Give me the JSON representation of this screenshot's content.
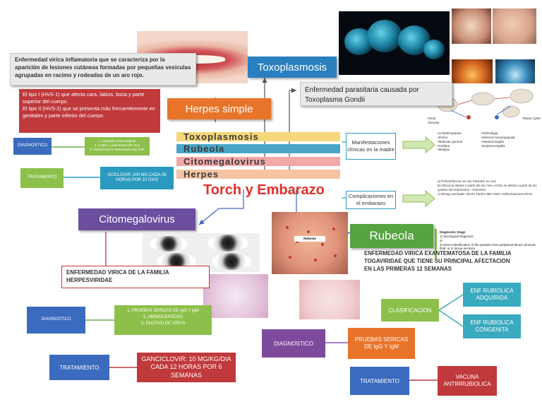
{
  "title": "Torch y Embarazo",
  "torch_items": [
    "Toxoplasmosis",
    "Rubeola",
    "Citomegalovirus",
    "Herpes"
  ],
  "herpes": {
    "heading": "Herpes simple",
    "definition": "Enfermedad virica inflamatoria que se caracteriza por la aparición de lesiones cutáneas formadas por pequeñas vesículas agrupadas en racimo y rodeadas de un aro rojo.",
    "types": "El tipo I (HVS-1) que afecta cara, labios, boca y parte superior del cuerpo.\nEl tipo II (HVS-2) que se presenta más frecuentemente en genitales y parte inferior del cuerpo.",
    "diagnostico_label": "DIAGNOSTICO",
    "diagnostico_items": [
      "1. Citología cervicovaginal",
      "2. Cultivo y aislamiento del virus",
      "3. Determinación anticuerpos anti VHS"
    ],
    "tratamiento_label": "TRATAMIENTO",
    "tratamiento_text": "ACICLOVIR: 200 MG CADA 08 HORAS POR 10 DIAS"
  },
  "toxoplasmosis": {
    "heading": "Toxoplasmosis",
    "definition": "Enfermedad parasitaria causada por Toxoplasma Gondii",
    "manifestaciones_label": "Manifestaciones clínicas en la madre",
    "manifestaciones_col1": [
      "•Linfadenopatías",
      "•Fiebre",
      "•Malestar general",
      "•Cefalea",
      "•Malgias"
    ],
    "manifestaciones_col2": [
      "•Odinofagia",
      "•Eritema maculopapular",
      "•Hepatomegalia",
      "•Esplenomegalia"
    ],
    "complicaciones_label": "Complicaciones en el embarazo",
    "complicaciones_items": [
      "a)   Primoinfeccion en 1er trimestre es rara",
      "b)   Infeccion latente A partir del 4to mes, el feto se afecta a partir de los quistes del endometrio / miometrio",
      "c)   Riesgo perinatal: Aborto Tardío-obito fetal, malformaciones RCIU"
    ],
    "diagnostic_stage_title": "Diagnostic Stage",
    "diagnostic_stage_lines": [
      "1) Serological diagnosis",
      "or",
      "2) Direct identification of the parasite from peripheral blood, amniotic fluid, or in tissue sections"
    ],
    "cycle_labels": [
      "Fecal Oocysts",
      "Tissue Cysts"
    ]
  },
  "citomegalovirus": {
    "heading": "Citomegalovirus",
    "definition": "ENFERMEDAD VIRICA DE LA FAMILIA HERPESVIRIDAE",
    "diagnostico_label": "DIAGNOSTICO",
    "diagnostico_items": [
      "1. PRUEBAS SERICAS DE IgG Y IgM",
      "2. AMNIOCENTESIS",
      "3. CULTIVO DE VIRUS"
    ],
    "tratamiento_label": "TRATAMIENTO",
    "tratamiento_text": "GANCICLOVIR: 10 MG/KG/DIA CADA 12 HORAS POR 6 SEMANAS"
  },
  "rubeola": {
    "heading": "Rubeola",
    "photo_caption": "Rubeola",
    "definition": "ENFERMEDAD VIRICA EXANTEMATOSA DE LA FAMILIA TOGAVIRIDAE QUE TIENE SU PRINCIPAL AFECTACION EN LAS PRIMERAS 12 SEMANAS",
    "clasificacion_label": "CLASIFICACION",
    "clasificacion_items": [
      "ENF RUBIOLICA ADQUIRIDA",
      "ENF RUBIOLICA CONGENITA"
    ],
    "diagnostico_label": "DIAGNOSTICO",
    "diagnostico_text": "PRUEBAS SERICAS DE IgG Y IgM",
    "tratamiento_label": "TRATAMIENTO",
    "tratamiento_text": "VACUNA ANTIRRUBIOLICA"
  },
  "colors": {
    "title_red": "#e0302a",
    "herpes_orange": "#e8742a",
    "cmv_purple": "#6b4f9e",
    "toxo_blue": "#2a7fbf",
    "rubeola_green": "#56a342",
    "dx_blue": "#3a6bbf",
    "lime_box": "#8cc04a",
    "red_box": "#c0393b",
    "teal_box": "#3aaabf",
    "text_gray": "#4a4a4a"
  }
}
